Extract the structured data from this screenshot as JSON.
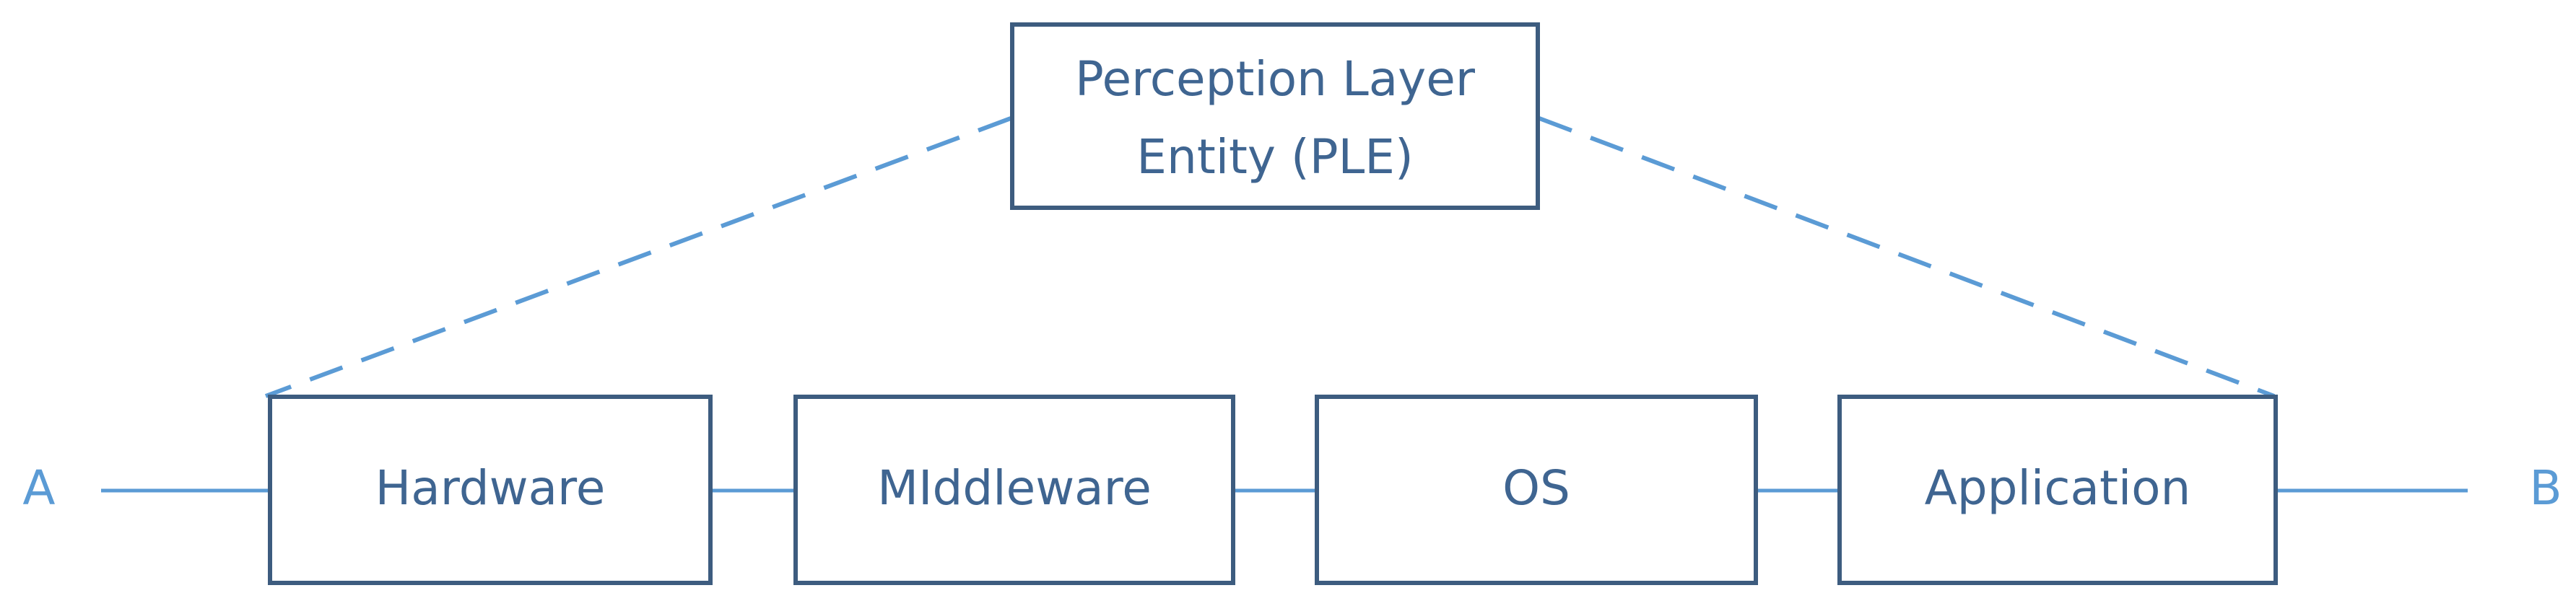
{
  "diagram": {
    "top": {
      "line1": "Perception Layer",
      "line2": "Entity (PLE)"
    },
    "components": [
      {
        "label": "Hardware"
      },
      {
        "label": "MIddleware"
      },
      {
        "label": "OS"
      },
      {
        "label": "Application"
      }
    ],
    "endpoints": {
      "left": "A",
      "right": "B"
    },
    "colors": {
      "line": "#5b9bd5",
      "box_stroke": "#3d5c7f",
      "text": "#3f6591"
    }
  }
}
